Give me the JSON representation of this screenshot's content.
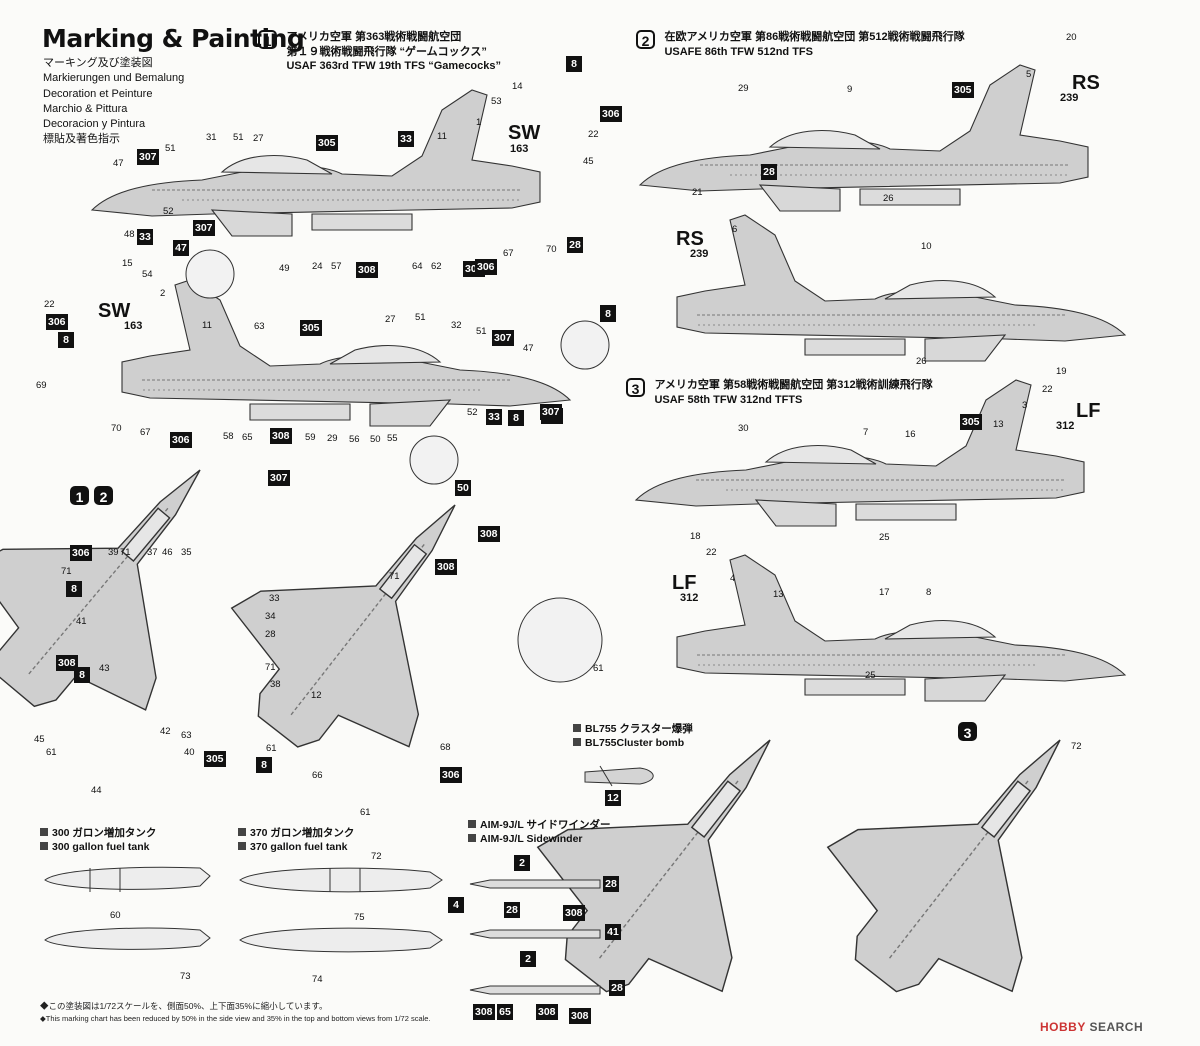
{
  "header": {
    "title": "Marking & Painting",
    "languages": [
      "マーキング及び塗装図",
      "Markierungen und Bemalung",
      "Decoration et Peinture",
      "Marchio & Pittura",
      "Decoracion y Pintura",
      "標貼及著色指示"
    ]
  },
  "sections": [
    {
      "num": "1",
      "line1": "アメリカ空軍 第363戦術戦闘航空団",
      "line2": "第１９戦術戦闘飛行隊 “ゲームコックス”",
      "line3": "USAF 363rd TFW 19th TFS “Gamecocks”"
    },
    {
      "num": "2",
      "line1": "在欧アメリカ空軍 第86戦術戦闘航空団 第512戦術戦闘飛行隊",
      "line2": "USAFE 86th TFW 512nd TFS"
    },
    {
      "num": "3",
      "line1": "アメリカ空軍 第58戦術戦闘航空団 第312戦術訓練飛行隊",
      "line2": "USAF 58th TFW 312nd TFTS"
    }
  ],
  "view_badges": {
    "top12": [
      "1",
      "2"
    ],
    "top3": "3"
  },
  "tail_codes": {
    "s1_code": "SW",
    "s1_serial": "163",
    "s2_code": "RS",
    "s2_serial": "239",
    "s3_code": "LF",
    "s3_serial": "312"
  },
  "stores": {
    "bl755_jp": "BL755 クラスター爆弾",
    "bl755_en": "BL755Cluster bomb",
    "aim9_jp": "AIM-9J/L サイドワインダー",
    "aim9_en": "AIM-9J/L Sidewinder",
    "tank300_jp": "300 ガロン増加タンク",
    "tank300_en": "300 gallon fuel tank",
    "tank370_jp": "370 ガロン増加タンク",
    "tank370_en": "370 gallon fuel tank"
  },
  "color_tags": [
    "8",
    "306",
    "307",
    "305",
    "33",
    "28",
    "47",
    "308",
    "306",
    "307",
    "8",
    "305",
    "306",
    "33",
    "8",
    "307",
    "33",
    "307",
    "305",
    "306",
    "8",
    "308",
    "8",
    "305",
    "8",
    "307",
    "308",
    "306",
    "8",
    "306",
    "12",
    "308",
    "308",
    "308",
    "28",
    "2",
    "4",
    "28",
    "41",
    "2",
    "308",
    "65",
    "308",
    "28",
    "308",
    "50",
    "307",
    "8",
    "28",
    "305",
    "306"
  ],
  "callouts": [
    "14",
    "53",
    "1",
    "22",
    "45",
    "11",
    "31",
    "51",
    "27",
    "51",
    "47",
    "52",
    "48",
    "70",
    "67",
    "62",
    "64",
    "24",
    "57",
    "49",
    "15",
    "54",
    "2",
    "22",
    "69",
    "70",
    "67",
    "11",
    "63",
    "27",
    "51",
    "32",
    "51",
    "47",
    "52",
    "58",
    "65",
    "59",
    "29",
    "56",
    "50",
    "55",
    "20",
    "5",
    "9",
    "29",
    "26",
    "21",
    "6",
    "10",
    "26",
    "19",
    "22",
    "3",
    "13",
    "30",
    "7",
    "16",
    "25",
    "18",
    "22",
    "4",
    "13",
    "17",
    "8",
    "25",
    "39",
    "71",
    "37",
    "46",
    "35",
    "71",
    "33",
    "34",
    "28",
    "71",
    "38",
    "41",
    "43",
    "42",
    "63",
    "40",
    "45",
    "61",
    "44",
    "61",
    "71",
    "12",
    "68",
    "66",
    "61",
    "61",
    "60",
    "73",
    "72",
    "75",
    "74",
    "72",
    "28"
  ],
  "footnotes": {
    "jp": "◆この塗装図は1/72スケールを、側面50%、上下面35%に縮小しています。",
    "en": "◆This marking chart has been reduced by 50% in the side view and 35% in the top and bottom views from 1/72 scale."
  },
  "watermark": {
    "brand": "HOBBY",
    "suffix": "SEARCH"
  }
}
